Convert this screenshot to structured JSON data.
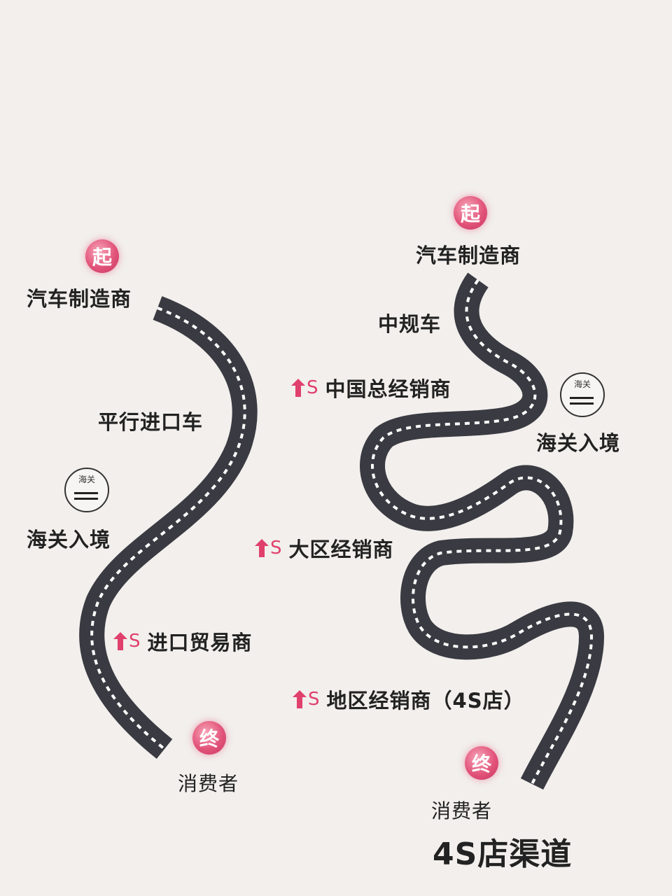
{
  "left": {
    "start_badge": "起",
    "start_label": "汽车制造商",
    "route_label": "平行进口车",
    "customs_icon_text": "海关",
    "customs_label": "海关入境",
    "trader_label": "进口贸易商",
    "end_badge": "终",
    "end_label": "消费者"
  },
  "right": {
    "start_badge": "起",
    "start_label": "汽车制造商",
    "route_label": "中规车",
    "national_dealer_label": "中国总经销商",
    "customs_icon_text": "海关",
    "customs_label": "海关入境",
    "regional_dealer_label": "大区经销商",
    "local_dealer_label": "地区经销商（4S店）",
    "end_badge": "终",
    "end_label": "消费者",
    "title": "4S店渠道"
  },
  "price_icon": {
    "name": "price-up-icon",
    "symbol": "S",
    "arrow_color": "#e0406c"
  },
  "colors": {
    "background": "#f2efec",
    "road": "#3a3a42",
    "road_dash": "#ffffff",
    "badge": "#e2547a"
  }
}
